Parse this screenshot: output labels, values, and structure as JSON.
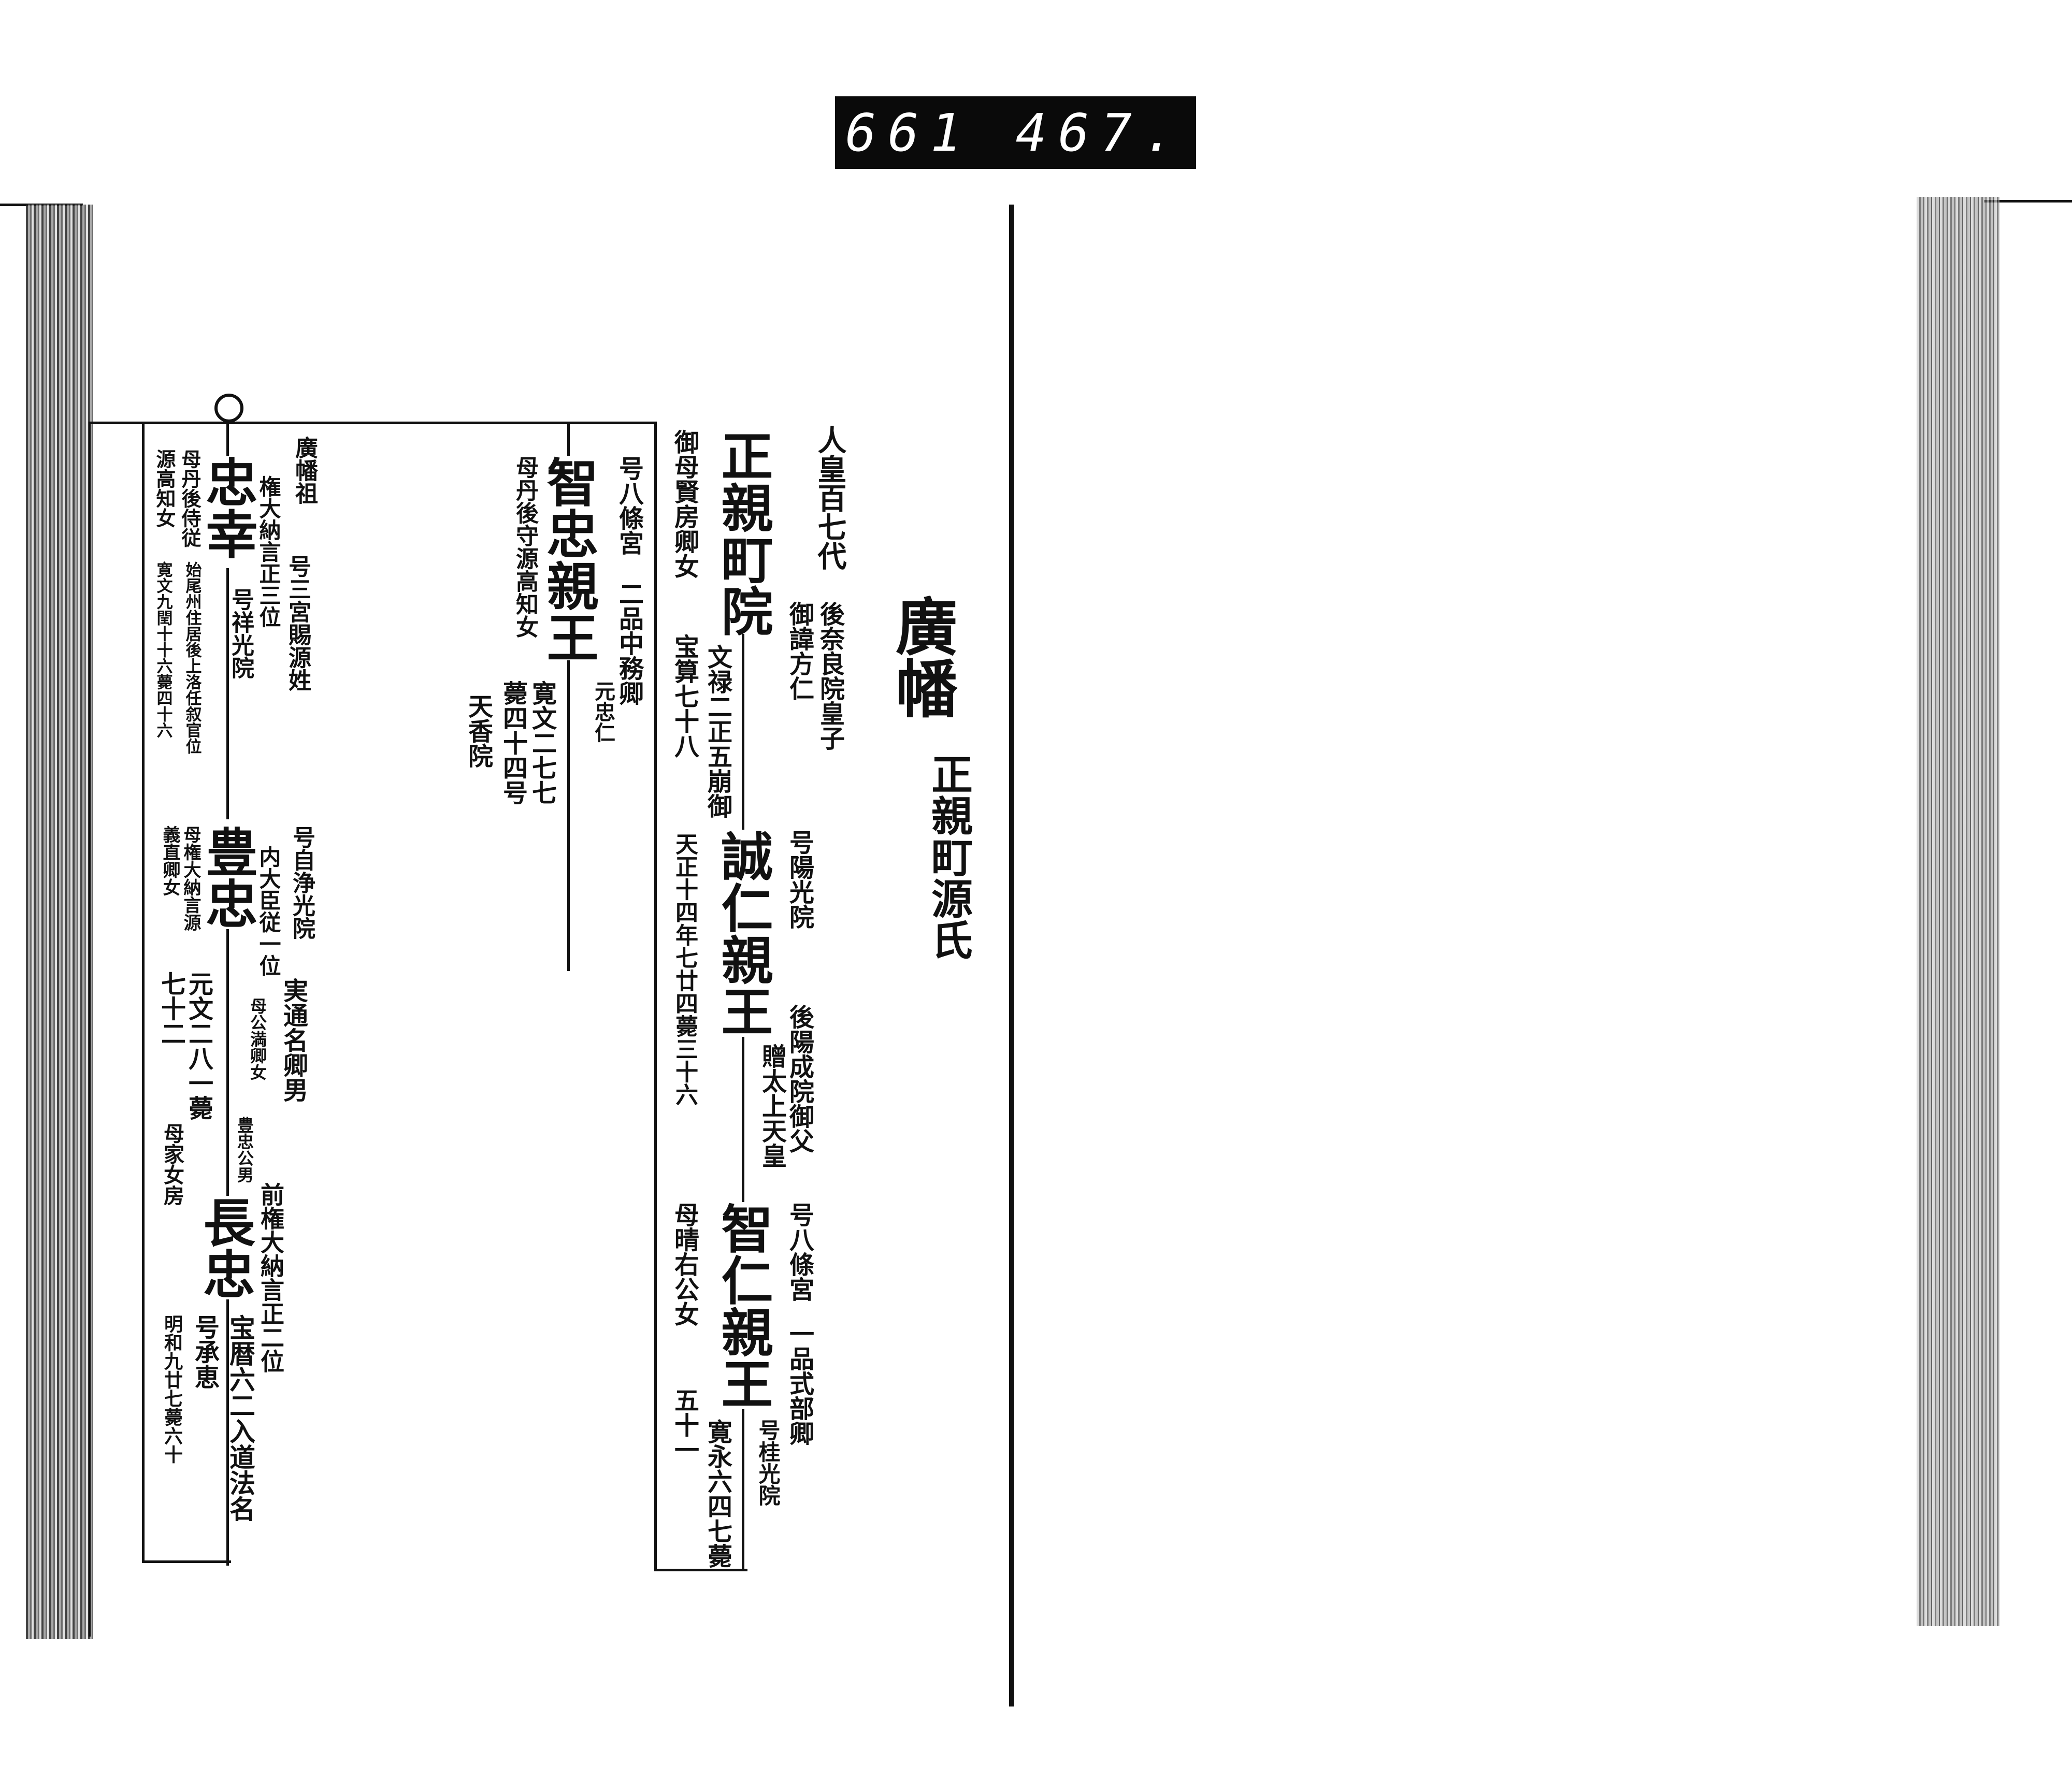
{
  "catalog_label": "661 467.",
  "header": {
    "family_name": "廣幡",
    "lineage": "正親町源氏"
  },
  "entries": {
    "ogimachi": {
      "generation": "人皇百七代",
      "parent": "後奈良院皇子",
      "imina": "御諱方仁",
      "name": "正親町院",
      "mother": "御母賢房卿女",
      "death": "文禄二正五崩御",
      "age": "宝算七十八"
    },
    "sanehito": {
      "title": "号陽光院",
      "name": "誠仁親王",
      "father_of": "後陽成院御父",
      "honor": "贈太上天皇",
      "death": "天正十四年七廿四薨三十六"
    },
    "toshihito": {
      "title": "号八條宮",
      "rank": "一品式部卿",
      "name": "智仁親王",
      "posthumous": "号桂光院",
      "death": "寛永六四七薨",
      "mother": "母晴右公女",
      "age": "五十一"
    },
    "toshitada": {
      "title": "号八條宮",
      "rank": "二品中務卿",
      "name": "智忠親王",
      "original_name": "元忠仁",
      "mother": "母丹後守源高知女",
      "death": "寛文二七七",
      "death2": "薨四十四号",
      "posthumous": "天香院"
    },
    "tadayuki": {
      "ancestor": "廣幡祖",
      "rank": "権大納言正三位",
      "title": "号三宮賜源姓",
      "name": "忠幸",
      "mother1": "母丹後侍従",
      "mother2": "源高知女",
      "posthumous": "号祥光院",
      "note": "始尾州住居後上洛任叙官位",
      "death": "寛文九閏十十六薨四十六"
    },
    "toyotada": {
      "title": "号自浄光院",
      "adoptive": "実通名卿男",
      "rank": "内大臣従一位",
      "mother": "母公満卿女",
      "name": "豊忠",
      "mother1": "母権大納言源",
      "mother2": "義直卿女",
      "death": "元文二八一薨",
      "age": "七十二"
    },
    "nagatada": {
      "father": "豊忠公男",
      "rank": "前権大納言正二位",
      "name": "長忠",
      "note": "宝暦六二入道法名",
      "dharma_name": "号承恵",
      "mother": "母家女房",
      "death": "明和九廿七薨六十"
    }
  }
}
